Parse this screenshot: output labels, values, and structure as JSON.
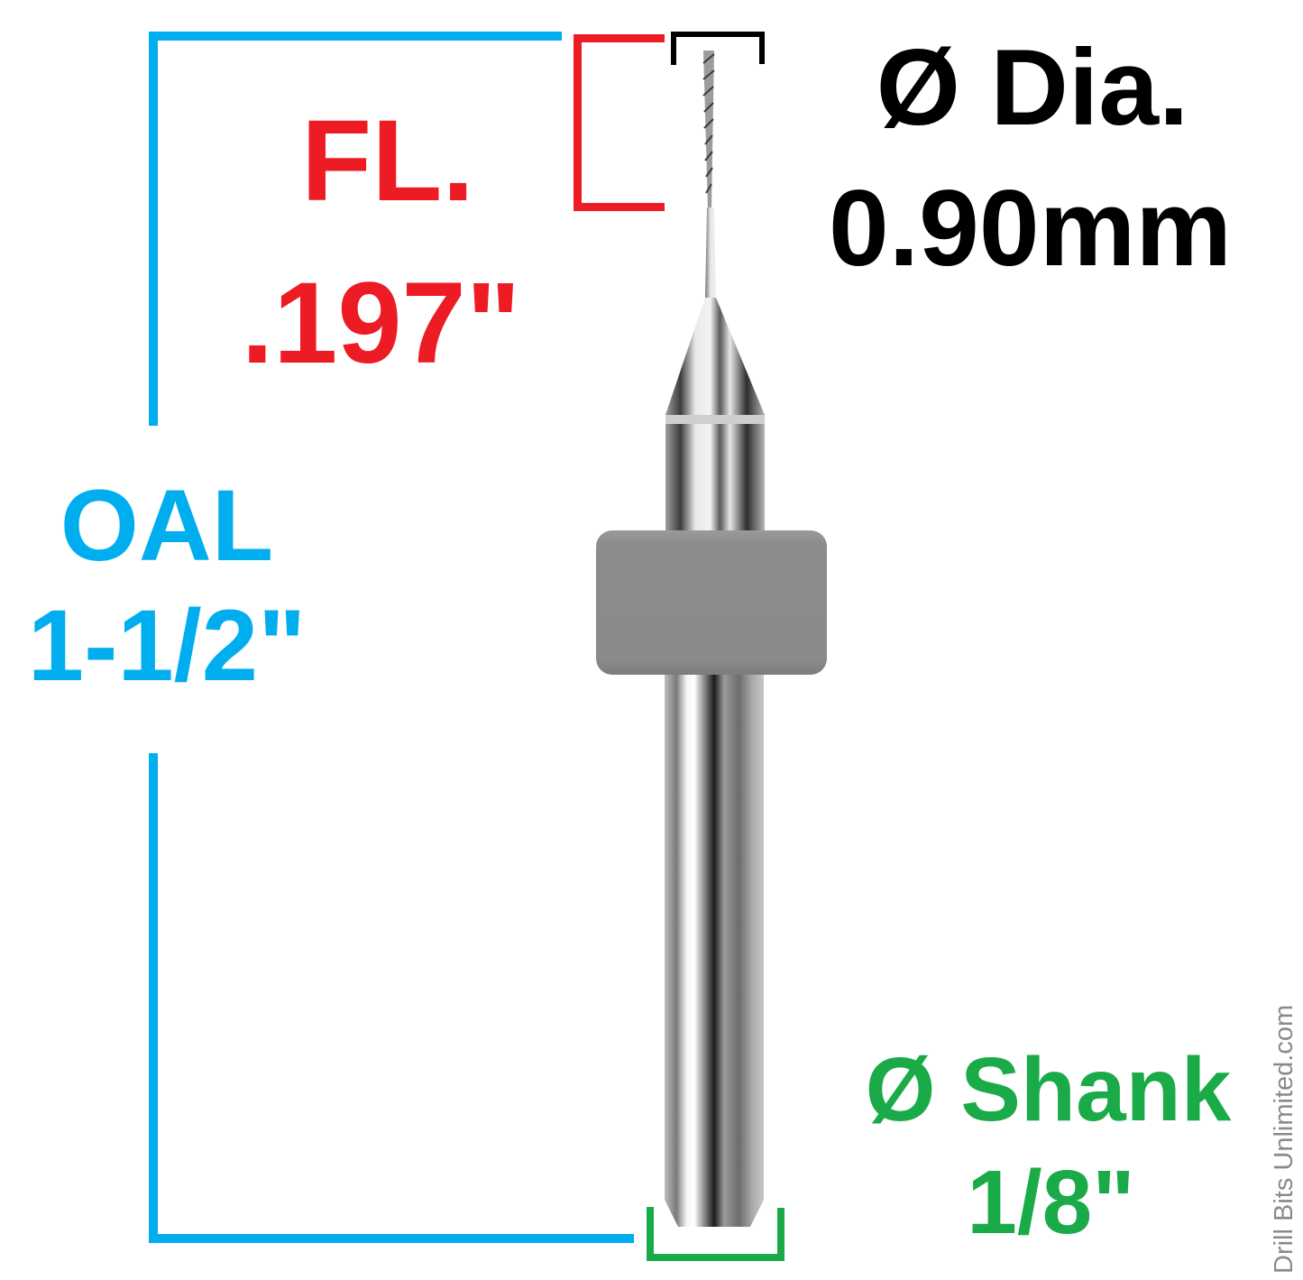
{
  "colors": {
    "oal": "#00aeef",
    "flute_length": "#ed1c24",
    "diameter": "#000000",
    "shank": "#1aab48",
    "collar": "#8c8c8c",
    "watermark": "#8a8a8a"
  },
  "labels": {
    "flute_length": {
      "title": "FL.",
      "value": ".197\""
    },
    "diameter": {
      "title": "Ø Dia.",
      "value": "0.90mm"
    },
    "overall_length": {
      "title": "OAL",
      "value": "1-1/2\""
    },
    "shank": {
      "title": "Ø Shank",
      "value": "1/8\""
    }
  },
  "watermark": "Drill Bits Unlimited.com",
  "icons": {
    "tool": "router-bit-illustration",
    "collar": "depth-ring"
  }
}
